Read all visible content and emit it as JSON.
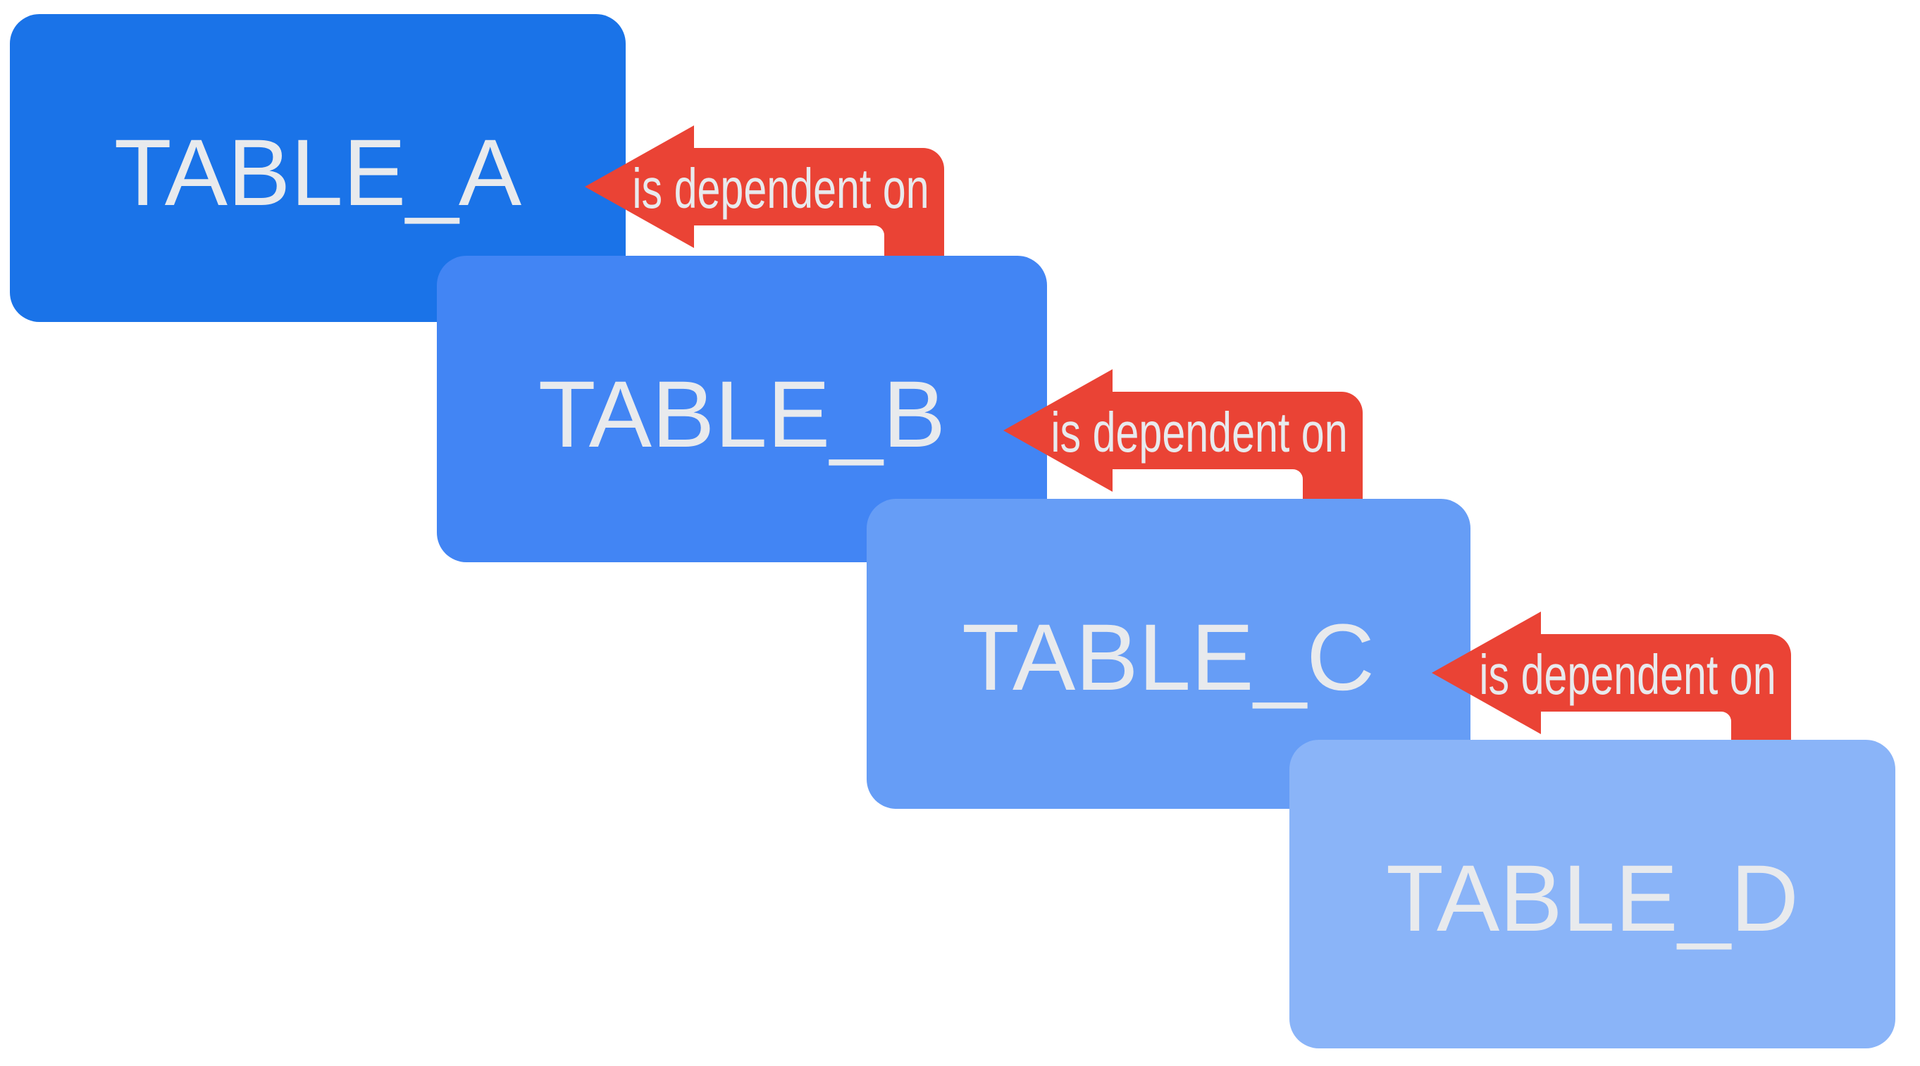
{
  "diagram": {
    "description": "Table dependency chain diagram",
    "background_color": "#ffffff",
    "label_text_color": "#e8eaed",
    "arrow_color": "#ea4335",
    "arrow_text_color": "#e8eaed",
    "tables": [
      {
        "label": "TABLE_A",
        "color": "#1a73e8"
      },
      {
        "label": "TABLE_B",
        "color": "#4285f4"
      },
      {
        "label": "TABLE_C",
        "color": "#669df6"
      },
      {
        "label": "TABLE_D",
        "color": "#8ab4f8"
      }
    ],
    "relations": [
      {
        "label": "is dependent on",
        "from": "TABLE_B",
        "to": "TABLE_A"
      },
      {
        "label": "is dependent on",
        "from": "TABLE_C",
        "to": "TABLE_B"
      },
      {
        "label": "is dependent on",
        "from": "TABLE_D",
        "to": "TABLE_C"
      }
    ]
  }
}
